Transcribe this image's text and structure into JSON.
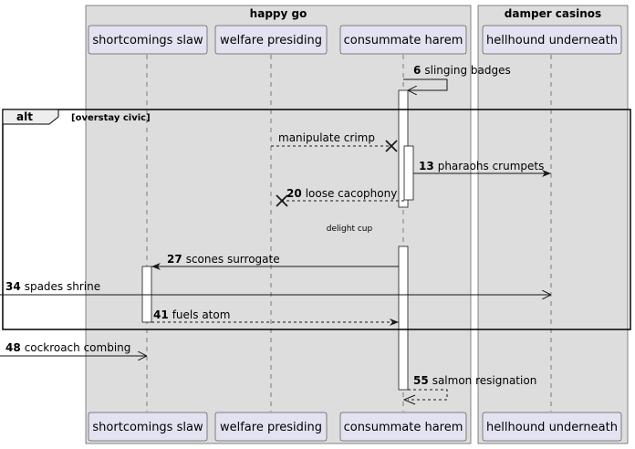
{
  "boxes": {
    "left_title": "happy go",
    "right_title": "damper casinos"
  },
  "participants": [
    {
      "name": "shortcomings slaw"
    },
    {
      "name": "welfare presiding"
    },
    {
      "name": "consummate harem"
    },
    {
      "name": "hellhound underneath"
    }
  ],
  "alt": {
    "label": "alt",
    "condition": "[overstay civic]"
  },
  "divider": "delight cup",
  "messages": [
    {
      "num": "6",
      "text": "slinging badges"
    },
    {
      "num": "",
      "text": "manipulate crimp"
    },
    {
      "num": "13",
      "text": "pharaohs crumpets"
    },
    {
      "num": "20",
      "text": "loose cacophony"
    },
    {
      "num": "27",
      "text": "scones surrogate"
    },
    {
      "num": "34",
      "text": "spades shrine"
    },
    {
      "num": "41",
      "text": "fuels atom"
    },
    {
      "num": "48",
      "text": "cockroach combing"
    },
    {
      "num": "55",
      "text": "salmon resignation"
    }
  ],
  "colors": {
    "box_fill": "#dddddd",
    "participant_fill": "#e2e2f0",
    "line": "#181818"
  }
}
